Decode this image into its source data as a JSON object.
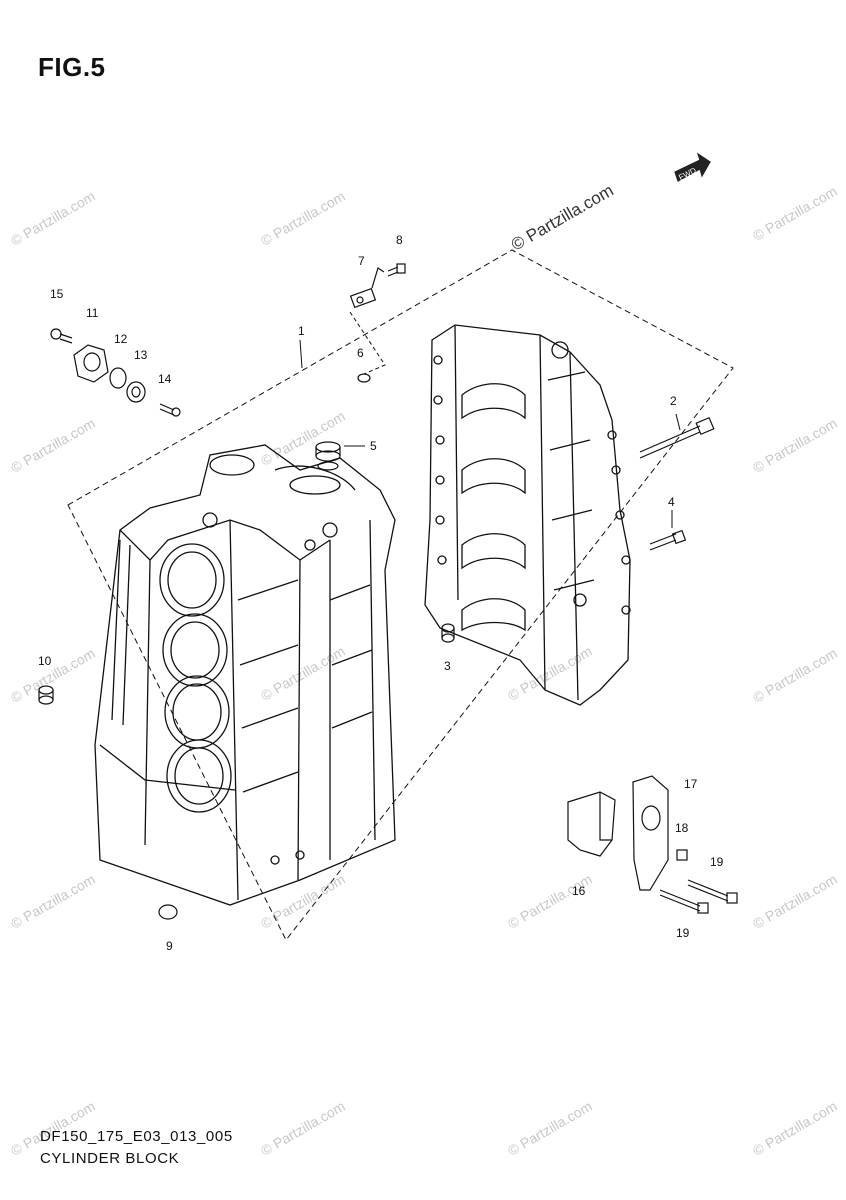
{
  "figure": {
    "title": "FIG.5"
  },
  "footer": {
    "code": "DF150_175_E03_013_005",
    "name": "CYLINDER BLOCK"
  },
  "watermark": {
    "main": "© Partzilla.com",
    "repeat": "© Partzilla.com"
  },
  "callouts": {
    "c1": "1",
    "c2": "2",
    "c3": "3",
    "c4": "4",
    "c5": "5",
    "c6": "6",
    "c7": "7",
    "c8": "8",
    "c9": "9",
    "c10": "10",
    "c11": "11",
    "c12": "12",
    "c13": "13",
    "c14": "14",
    "c15": "15",
    "c16": "16",
    "c17": "17",
    "c18": "18",
    "c19a": "19",
    "c19b": "19"
  }
}
